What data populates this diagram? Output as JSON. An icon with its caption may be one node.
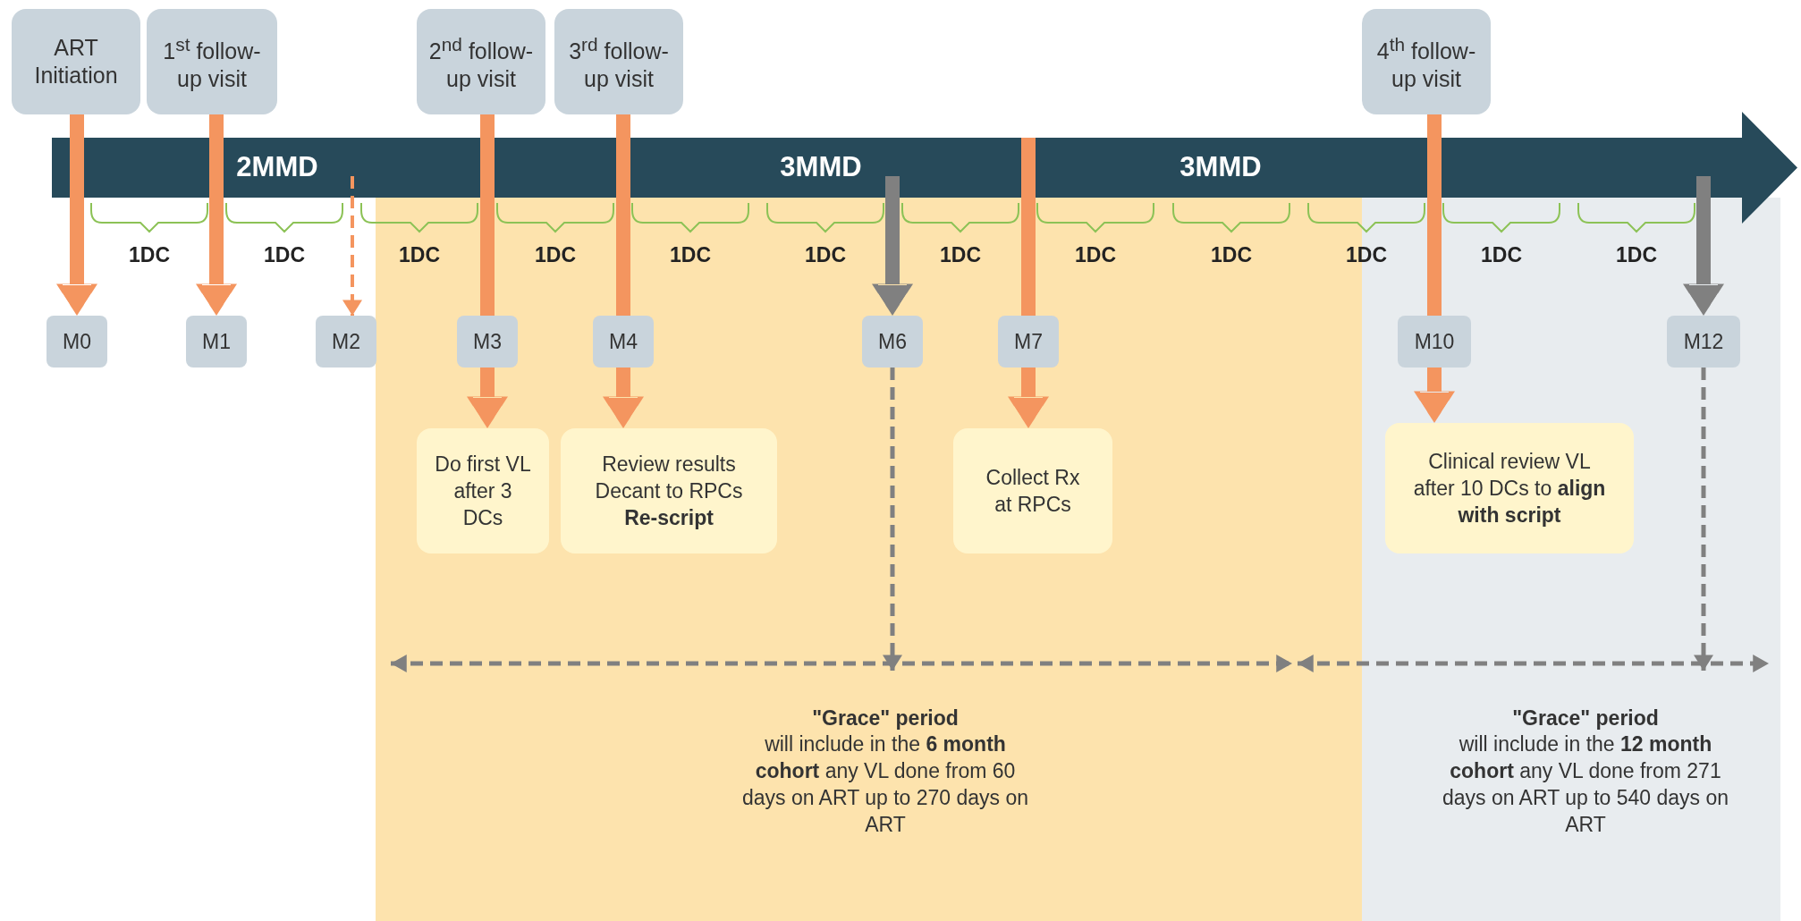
{
  "diagram": {
    "nodes": [
      {
        "text": [
          "ART Initiation"
        ]
      },
      {
        "text": [
          "1$^{st}$ follow-up visit"
        ]
      },
      {
        "text": [
          "2$^{nd}$ follow-up visit"
        ]
      },
      {
        "text": [
          "3$^{rd}$ follow-up visit"
        ]
      },
      {
        "text": [
          "4$^{th}$ follow-up visit"
        ]
      },
      {
        "text": [
          "M0"
        ]
      },
      {
        "text": [
          "M1"
        ]
      },
      {
        "text": [
          "M2"
        ]
      },
      {
        "text": [
          "M3"
        ]
      },
      {
        "text": [
          "M4"
        ]
      },
      {
        "text": [
          "M6"
        ]
      },
      {
        "text": [
          "M7"
        ]
      },
      {
        "text": [
          "M10"
        ]
      },
      {
        "text": [
          "M12"
        ]
      },
      {
        "text": [
          "Do first VL after 3 DCs"
        ]
      },
      {
        "text": [
          "Review results Decant to RPCs **Re-script**"
        ]
      },
      {
        "text": [
          "Collect Rx at RPCs"
        ]
      },
      {
        "text": [
          "Clinical review VL after 10 DCs to **align with script**"
        ]
      },
      {
        "text": [
          "\"Grace\" period",
          "will include in the **6 month cohort** any VL done from 60 days on ART up to 270 days on ART"
        ]
      },
      {
        "text": [
          "\"Grace\" period",
          "will include in the **12 month cohort** any VL done from 271 days on ART up to 540 days on ART"
        ]
      }
    ],
    "edges": [
      {
        "from": 0,
        "to": 5,
        "arrow": "to"
      },
      {
        "from": 1,
        "to": 6,
        "arrow": "to"
      },
      {
        "from": null,
        "to": 7,
        "arrow": "to",
        "style": "dashed"
      },
      {
        "from": 2,
        "to": 8,
        "arrow": "none"
      },
      {
        "from": 8,
        "to": 14,
        "arrow": "to"
      },
      {
        "from": 3,
        "to": 9,
        "arrow": "none"
      },
      {
        "from": 9,
        "to": 15,
        "arrow": "to"
      },
      {
        "from": null,
        "to": 10,
        "arrow": "to",
        "color": "#808080"
      },
      {
        "from": null,
        "to": 11,
        "arrow": "none"
      },
      {
        "from": 11,
        "to": 16,
        "arrow": "to"
      },
      {
        "from": 4,
        "to": 12,
        "arrow": "none"
      },
      {
        "from": 12,
        "to": 17,
        "arrow": "to"
      },
      {
        "from": null,
        "to": 13,
        "arrow": "to",
        "color": "#808080"
      },
      {
        "from": 10,
        "to": 18,
        "arrow": "to",
        "style": "dashed",
        "color": "#808080"
      },
      {
        "from": 13,
        "to": 19,
        "arrow": "to",
        "style": "dashed",
        "color": "#808080"
      }
    ],
    "labels": [
      "2MMD",
      "3MMD",
      "3MMD",
      "1DC",
      "1DC",
      "1DC",
      "1DC",
      "1DC",
      "1DC",
      "1DC",
      "1DC",
      "1DC",
      "1DC",
      "1DC",
      "1DC"
    ]
  }
}
